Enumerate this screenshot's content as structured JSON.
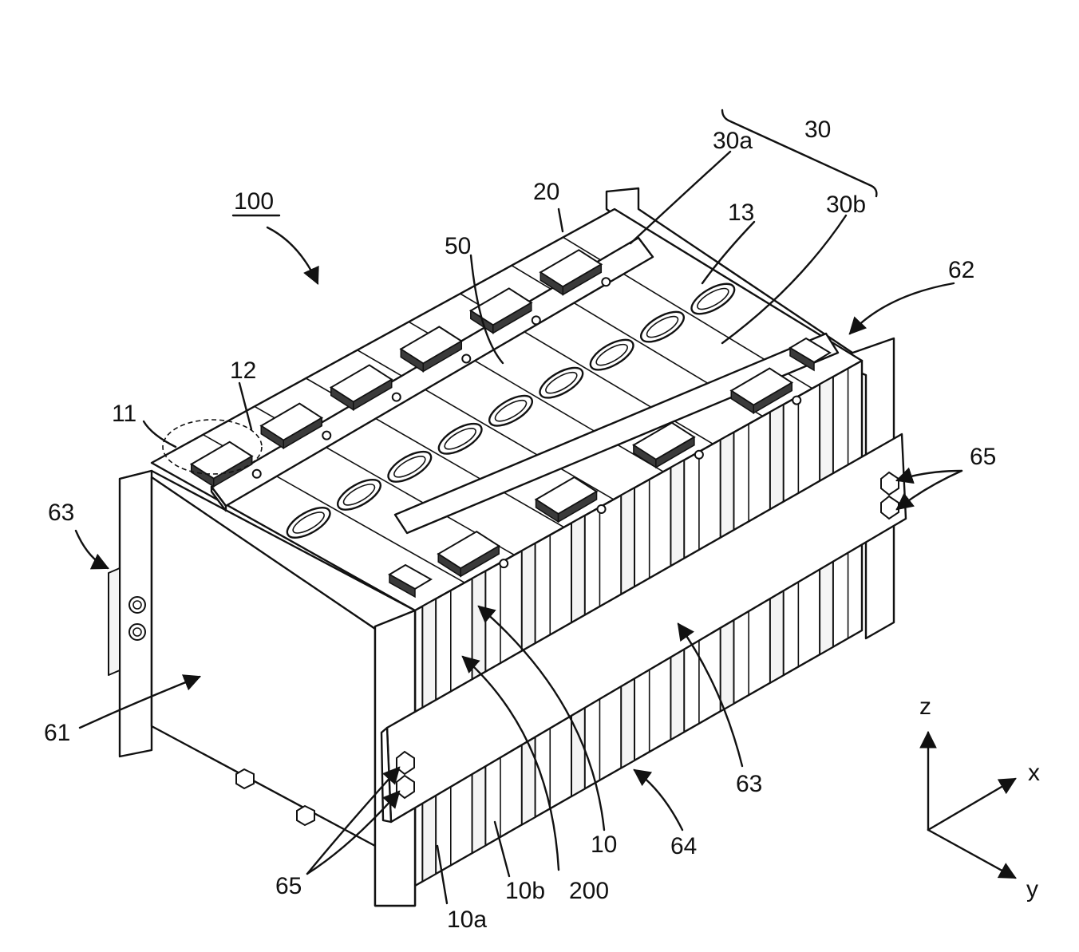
{
  "figure": {
    "ref_main": "100",
    "labels": {
      "l30": "30",
      "l30a": "30a",
      "l30b": "30b",
      "l20": "20",
      "l13": "13",
      "l50": "50",
      "l62": "62",
      "l12": "12",
      "l11": "11",
      "l63a": "63",
      "l65a": "65",
      "l61": "61",
      "l63b": "63",
      "l65b": "65",
      "l10a": "10a",
      "l10b": "10b",
      "l200": "200",
      "l10": "10",
      "l64": "64"
    },
    "axes": {
      "z": "z",
      "x": "x",
      "y": "y"
    }
  }
}
